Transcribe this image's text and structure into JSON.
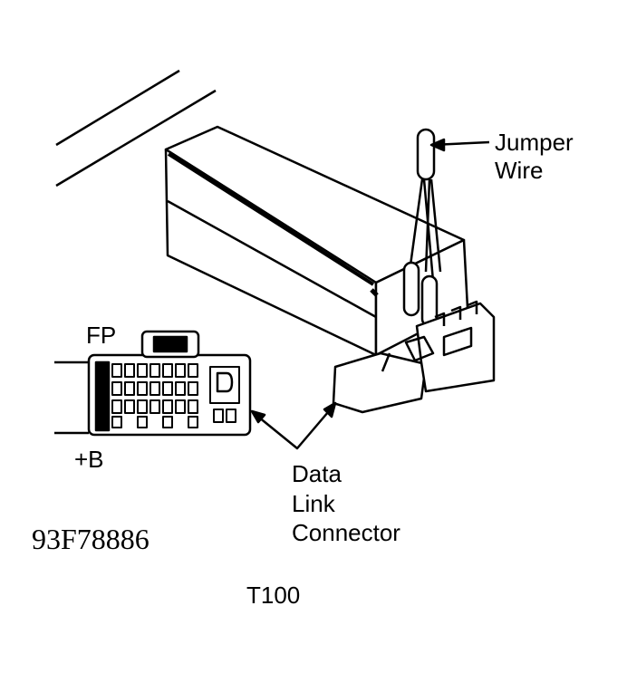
{
  "labels": {
    "jumper_wire": [
      "Jumper",
      "Wire"
    ],
    "fp": "FP",
    "plus_b": "+B",
    "data_link_connector": [
      "Data",
      "Link",
      "Connector"
    ],
    "figure_code": "93F78886",
    "model": "T100"
  }
}
